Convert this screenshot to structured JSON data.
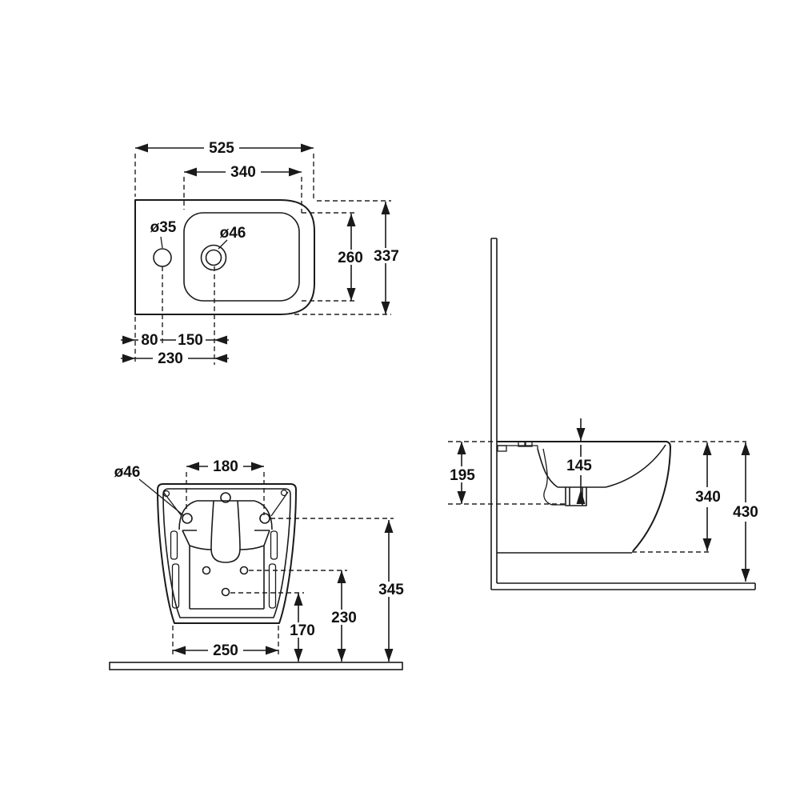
{
  "drawing": {
    "background": "#ffffff",
    "line_color": "#1a1a1a",
    "top": {
      "d525": "525",
      "d340": "340",
      "d35": "ø35",
      "d46": "ø46",
      "d260": "260",
      "d337": "337",
      "d80": "80",
      "d150": "150",
      "d230": "230"
    },
    "front": {
      "d46": "ø46",
      "d180": "180",
      "d345": "345",
      "d230": "230",
      "d170": "170",
      "d250": "250"
    },
    "side": {
      "d195": "195",
      "d145": "145",
      "d340": "340",
      "d430": "430"
    }
  }
}
